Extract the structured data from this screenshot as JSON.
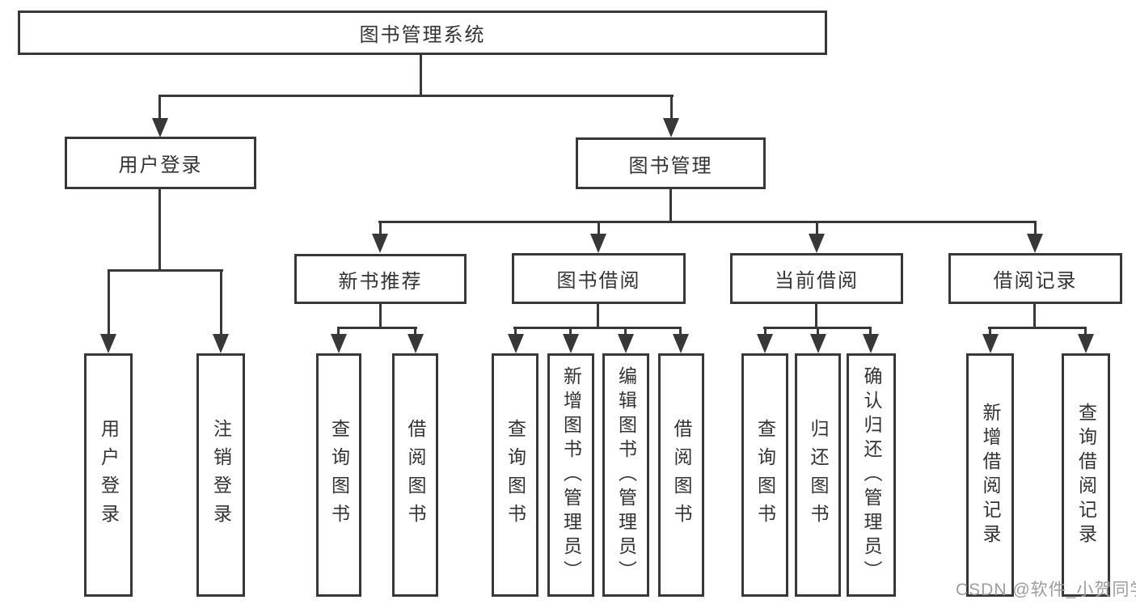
{
  "colors": {
    "background": "#ffffff",
    "line": "#383838",
    "text": "#333333",
    "watermark": "#9d9d9d"
  },
  "root": {
    "label": "图书管理系统"
  },
  "level1": [
    {
      "label": "用户登录"
    },
    {
      "label": "图书管理"
    }
  ],
  "login": {
    "children": [
      {
        "label": "用户登录"
      },
      {
        "label": "注销登录"
      }
    ]
  },
  "groups": [
    {
      "label": "新书推荐",
      "children": [
        {
          "label": "查询图书"
        },
        {
          "label": "借阅图书"
        }
      ]
    },
    {
      "label": "图书借阅",
      "children": [
        {
          "label": "查询图书"
        },
        {
          "label": "新增图书（管理员）"
        },
        {
          "label": "编辑图书（管理员）"
        },
        {
          "label": "借阅图书"
        }
      ]
    },
    {
      "label": "当前借阅",
      "children": [
        {
          "label": "查询图书"
        },
        {
          "label": "归还图书"
        },
        {
          "label": "确认归还（管理员）"
        }
      ]
    },
    {
      "label": "借阅记录",
      "children": [
        {
          "label": "新增借阅记录"
        },
        {
          "label": "查询借阅记录"
        }
      ]
    }
  ],
  "watermark": {
    "text": "CSDN @软件_小贺同学"
  }
}
